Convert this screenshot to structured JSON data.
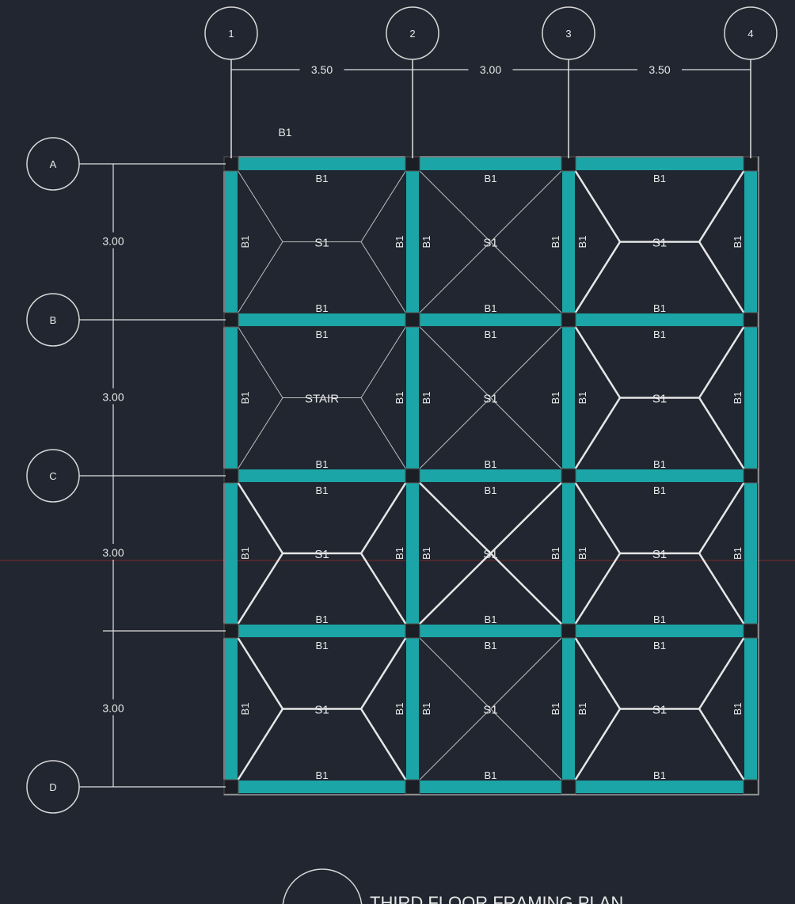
{
  "drawing": {
    "title": "THIRD FLOOR FRAMING PLAN",
    "colors": {
      "background": "#212630",
      "beam": "#1ba5a6",
      "line": "#e6e6e6",
      "column": "#1b1e24",
      "axis_red": "#7a2a2a"
    },
    "column_grid": [
      {
        "label": "1"
      },
      {
        "label": "2"
      },
      {
        "label": "3"
      },
      {
        "label": "4"
      }
    ],
    "row_grid": [
      {
        "label": "A"
      },
      {
        "label": "B"
      },
      {
        "label": "C"
      },
      {
        "label": null
      },
      {
        "label": "D"
      }
    ],
    "x_spacings": [
      "3.50",
      "3.00",
      "3.50"
    ],
    "y_spacings": [
      "3.00",
      "3.00",
      "3.00",
      "3.00"
    ],
    "beam_label": "B1",
    "loose_label": "B1",
    "panels": [
      [
        {
          "label": "S1",
          "pattern": "hip",
          "line": "thin"
        },
        {
          "label": "S1",
          "pattern": "cross",
          "line": "thin"
        },
        {
          "label": "S1",
          "pattern": "hip",
          "line": "thick"
        }
      ],
      [
        {
          "label": "STAIR",
          "pattern": "hip",
          "line": "thin"
        },
        {
          "label": "S1",
          "pattern": "cross",
          "line": "thin"
        },
        {
          "label": "S1",
          "pattern": "hip",
          "line": "thick"
        }
      ],
      [
        {
          "label": "S1",
          "pattern": "hip",
          "line": "thick"
        },
        {
          "label": "S1",
          "pattern": "cross",
          "line": "thick"
        },
        {
          "label": "S1",
          "pattern": "hip",
          "line": "thick"
        }
      ],
      [
        {
          "label": "S1",
          "pattern": "hip",
          "line": "thick"
        },
        {
          "label": "S1",
          "pattern": "cross",
          "line": "thin"
        },
        {
          "label": "S1",
          "pattern": "hip",
          "line": "thick"
        }
      ]
    ]
  }
}
